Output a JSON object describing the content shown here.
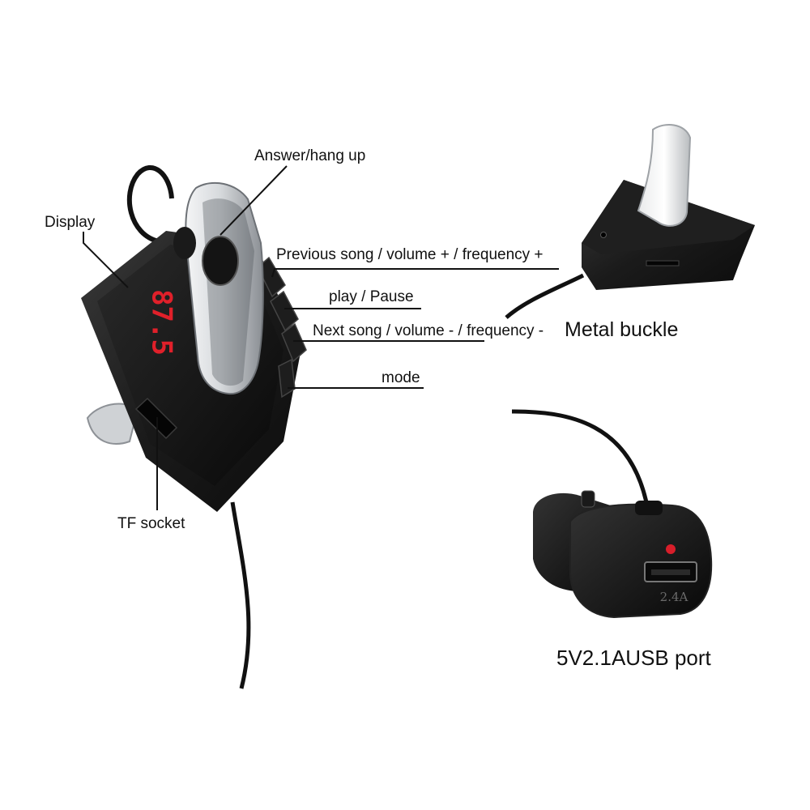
{
  "labels": {
    "answer_hang_up": "Answer/hang up",
    "display": "Display",
    "previous_song": "Previous song / volume + / frequency +",
    "play_pause": "play / Pause",
    "next_song": "Next song / volume - / frequency -",
    "metal_buckle": "Metal buckle",
    "mode": "mode",
    "tf_socket": "TF socket",
    "usb_port": "5V2.1AUSB port"
  },
  "device": {
    "display_reading": "87.5",
    "usb_rating": "2.4A"
  },
  "colors": {
    "body": "#1a1a1a",
    "display_digits": "#e0202a",
    "earpiece": "#c9ccd0",
    "indicator_led": "#d81e2a",
    "background": "#ffffff"
  }
}
